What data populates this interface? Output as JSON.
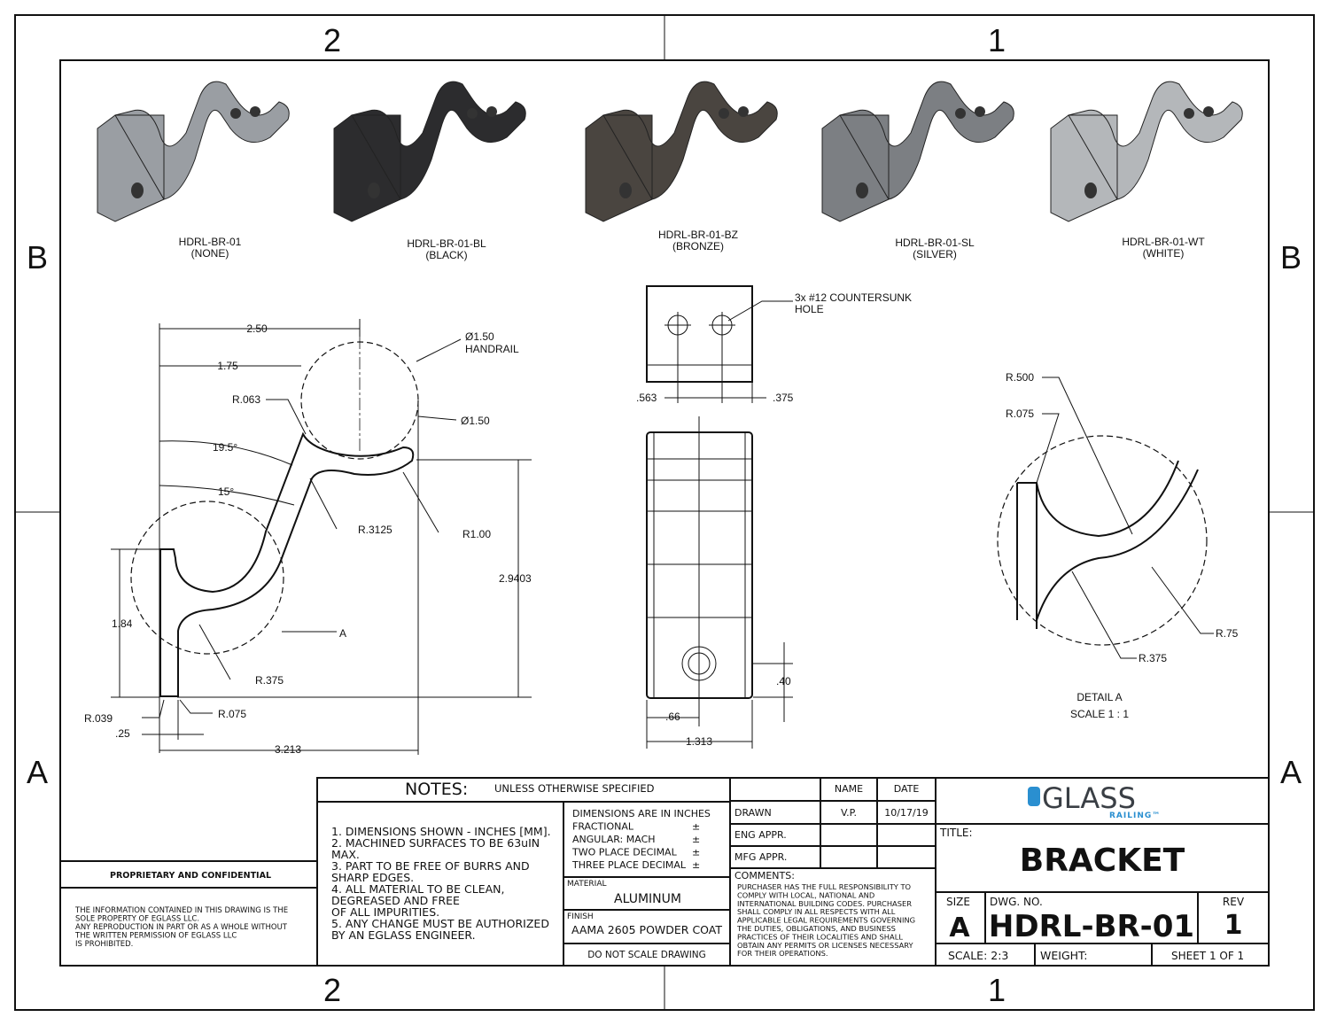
{
  "zones": {
    "top": [
      "2",
      "1"
    ],
    "side": [
      "B",
      "A"
    ]
  },
  "variants": [
    {
      "code": "HDRL-BR-01",
      "finish": "(NONE)",
      "color": "#9a9ea3"
    },
    {
      "code": "HDRL-BR-01-BL",
      "finish": "(BLACK)",
      "color": "#2c2c2e"
    },
    {
      "code": "HDRL-BR-01-BZ",
      "finish": "(BRONZE)",
      "color": "#4a4540"
    },
    {
      "code": "HDRL-BR-01-SL",
      "finish": "(SILVER)",
      "color": "#7c7f83"
    },
    {
      "code": "HDRL-BR-01-WT",
      "finish": "(WHITE)",
      "color": "#b4b7ba"
    }
  ],
  "side_view": {
    "dims": [
      "2.50",
      "1.75",
      "R.063",
      "19.5°",
      "15°",
      "R.3125",
      "R1.00",
      "2.9403",
      "1.84",
      "R.375",
      "R.039",
      "R.075",
      ".25",
      "3.213",
      "Ø1.50",
      "Ø1.50"
    ],
    "handrail_label": "HANDRAIL",
    "detail_callout": "A"
  },
  "top_view": {
    "callout": [
      "3x #12 COUNTERSUNK",
      "HOLE"
    ],
    "dims": [
      ".563",
      ".375"
    ]
  },
  "front_view": {
    "dims": [
      ".40",
      ".66",
      "1.313"
    ]
  },
  "detail": {
    "dims": [
      "R.500",
      "R.075",
      "R.75",
      "R.375"
    ],
    "title": "DETAIL A",
    "scale": "SCALE 1 : 1"
  },
  "proprietary": {
    "heading": "PROPRIETARY AND CONFIDENTIAL",
    "lines": [
      "THE INFORMATION CONTAINED IN THIS DRAWING IS THE",
      "SOLE PROPERTY OF EGLASS LLC.",
      "ANY REPRODUCTION IN PART OR AS A WHOLE WITHOUT",
      "THE WRITTEN PERMISSION OF EGLASS LLC",
      "IS PROHIBITED."
    ]
  },
  "notes": {
    "title": "NOTES:",
    "subtitle": "UNLESS OTHERWISE SPECIFIED",
    "lines": [
      "1. DIMENSIONS SHOWN - INCHES [MM].",
      "2. MACHINED SURFACES TO BE 63uIN",
      "MAX.",
      "3. PART TO BE FREE OF BURRS AND",
      "SHARP EDGES.",
      "4. ALL MATERIAL TO BE CLEAN,",
      "DEGREASED AND FREE",
      "OF ALL IMPURITIES.",
      "5. ANY CHANGE MUST BE AUTHORIZED",
      "BY AN EGLASS ENGINEER."
    ]
  },
  "tolerances": {
    "lines": [
      "DIMENSIONS ARE IN INCHES",
      "FRACTIONAL",
      "ANGULAR: MACH",
      "TWO PLACE DECIMAL",
      "THREE PLACE DECIMAL"
    ],
    "pm": "±"
  },
  "material": {
    "label": "MATERIAL",
    "value": "ALUMINUM"
  },
  "finish": {
    "label": "FINISH",
    "value": "AAMA 2605 POWDER COAT"
  },
  "no_scale": "DO NOT SCALE DRAWING",
  "approvals": {
    "name_header": "NAME",
    "date_header": "DATE",
    "rows": [
      {
        "label": "DRAWN",
        "name": "V.P.",
        "date": "10/17/19"
      },
      {
        "label": "ENG APPR.",
        "name": "",
        "date": ""
      },
      {
        "label": "MFG APPR.",
        "name": "",
        "date": ""
      }
    ]
  },
  "comments": {
    "label": "COMMENTS:",
    "lines": [
      "PURCHASER HAS THE FULL RESPONSIBILITY TO",
      "COMPLY WITH LOCAL, NATIONAL AND",
      "INTERNATIONAL BUILDING CODES. PURCHASER",
      "SHALL COMPLY IN ALL RESPECTS WITH ALL",
      "APPLICABLE LEGAL REQUIREMENTS GOVERNING",
      "THE DUTIES, OBLIGATIONS, AND BUSINESS",
      "PRACTICES OF THEIR LOCALITIES AND SHALL",
      "OBTAIN ANY PERMITS OR LICENSES NECESSARY",
      "FOR THEIR OPERATIONS."
    ]
  },
  "logo": {
    "text": "GLASS",
    "sub": "RAILING™",
    "accent": "#2a8fd0"
  },
  "title_block": {
    "title_label": "TITLE:",
    "title": "BRACKET",
    "size_label": "SIZE",
    "size": "A",
    "dwg_label": "DWG. NO.",
    "dwg": "HDRL-BR-01",
    "rev_label": "REV",
    "rev": "1",
    "scale": "SCALE: 2:3",
    "weight": "WEIGHT:",
    "sheet": "SHEET 1 OF 1"
  }
}
